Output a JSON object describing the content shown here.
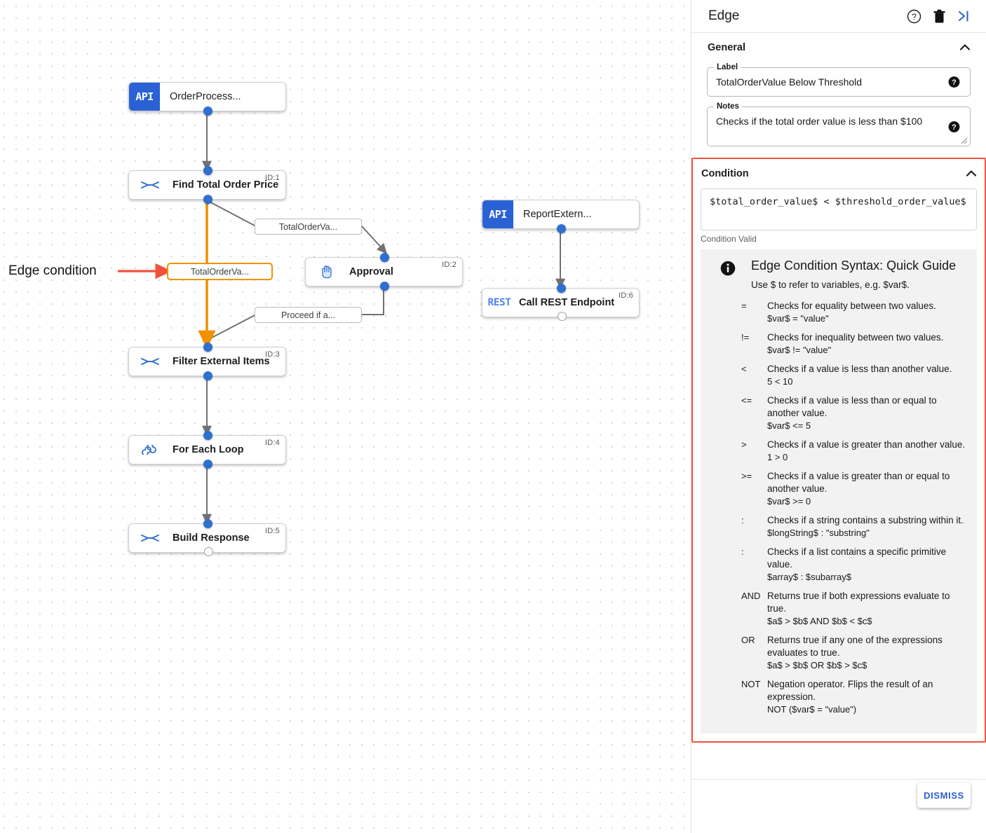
{
  "panel": {
    "title": "Edge",
    "header_icons": [
      {
        "name": "help-icon",
        "glyph": "?"
      },
      {
        "name": "delete-icon",
        "glyph": "trash"
      },
      {
        "name": "collapse-panel-icon",
        "glyph": ">|"
      }
    ],
    "general": {
      "title": "General",
      "label_field": {
        "legend": "Label",
        "value": "TotalOrderValue Below Threshold"
      },
      "notes_field": {
        "legend": "Notes",
        "value": "Checks if the total order value is less than $100"
      }
    },
    "condition": {
      "title": "Condition",
      "expression": "$total_order_value$ < $threshold_order_value$",
      "status": "Condition Valid",
      "highlight_color": "#f4513c",
      "guide": {
        "title": "Edge Condition Syntax: Quick Guide",
        "subtitle": "Use $ to refer to variables, e.g. $var$.",
        "operators": [
          {
            "symbol": "=",
            "desc": "Checks for equality between two values.",
            "example": "$var$ = \"value\""
          },
          {
            "symbol": "!=",
            "desc": "Checks for inequality between two values.",
            "example": "$var$ != \"value\""
          },
          {
            "symbol": "<",
            "desc": "Checks if a value is less than another value.",
            "example": "5 < 10"
          },
          {
            "symbol": "<=",
            "desc": "Checks if a value is less than or equal to another value.",
            "example": "$var$ <= 5"
          },
          {
            "symbol": ">",
            "desc": "Checks if a value is greater than another value.",
            "example": "1 > 0"
          },
          {
            "symbol": ">=",
            "desc": "Checks if a value is greater than or equal to another value.",
            "example": "$var$ >= 0"
          },
          {
            "symbol": ":",
            "desc": "Checks if a string contains a substring within it.",
            "example": "$longString$ : \"substring\""
          },
          {
            "symbol": ":",
            "desc": "Checks if a list contains a specific primitive value.",
            "example": "$array$ : $subarray$"
          },
          {
            "symbol": "AND",
            "desc": "Returns true if both expressions evaluate to true.",
            "example": "$a$ > $b$ AND $b$ < $c$"
          },
          {
            "symbol": "OR",
            "desc": "Returns true if any one of the expressions evaluates to true.",
            "example": "$a$ > $b$ OR $b$ > $c$"
          },
          {
            "symbol": "NOT",
            "desc": "Negation operator. Flips the result of an expression.",
            "example": "NOT ($var$ = \"value\")"
          }
        ]
      }
    },
    "footer": {
      "dismiss_label": "DISMISS"
    }
  },
  "canvas": {
    "annotation": {
      "text": "Edge condition",
      "arrow_color": "#f4513c"
    },
    "selected_edge_color": "#f29100",
    "nodes": [
      {
        "name": "node-orderprocess",
        "kind": "api",
        "badge": "API",
        "title": "OrderProcess...",
        "id": ""
      },
      {
        "name": "node-find-total-order-price",
        "kind": "step",
        "icon": "merge-arrows-icon",
        "title": "Find Total Order Price",
        "id": "ID:1"
      },
      {
        "name": "node-approval",
        "kind": "step",
        "icon": "hand-icon",
        "title": "Approval",
        "id": "ID:2"
      },
      {
        "name": "node-filter-external-items",
        "kind": "step",
        "icon": "merge-arrows-icon",
        "title": "Filter External Items",
        "id": "ID:3"
      },
      {
        "name": "node-for-each-loop",
        "kind": "step",
        "icon": "loop-icon",
        "title": "For Each Loop",
        "id": "ID:4"
      },
      {
        "name": "node-build-response",
        "kind": "step",
        "icon": "merge-arrows-icon",
        "title": "Build Response",
        "id": "ID:5"
      },
      {
        "name": "node-reportextern",
        "kind": "api",
        "badge": "API",
        "title": "ReportExtern...",
        "id": ""
      },
      {
        "name": "node-call-rest-endpoint",
        "kind": "rest",
        "badge": "REST",
        "title": "Call REST Endpoint",
        "id": "ID:6"
      }
    ],
    "edge_labels": [
      {
        "name": "edge-label-totalordervalue-top",
        "text": "TotalOrderVa...",
        "selected": false
      },
      {
        "name": "edge-label-totalordervalue-selected",
        "text": "TotalOrderVa...",
        "selected": true
      },
      {
        "name": "edge-label-proceed-if",
        "text": "Proceed if a...",
        "selected": false
      }
    ]
  }
}
